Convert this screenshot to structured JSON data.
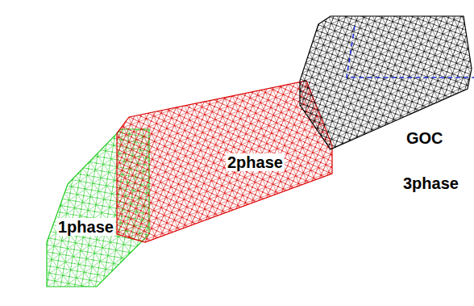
{
  "diagram": {
    "labels": [
      "GOC",
      "2phase",
      "3phase",
      "1phase"
    ]
  }
}
